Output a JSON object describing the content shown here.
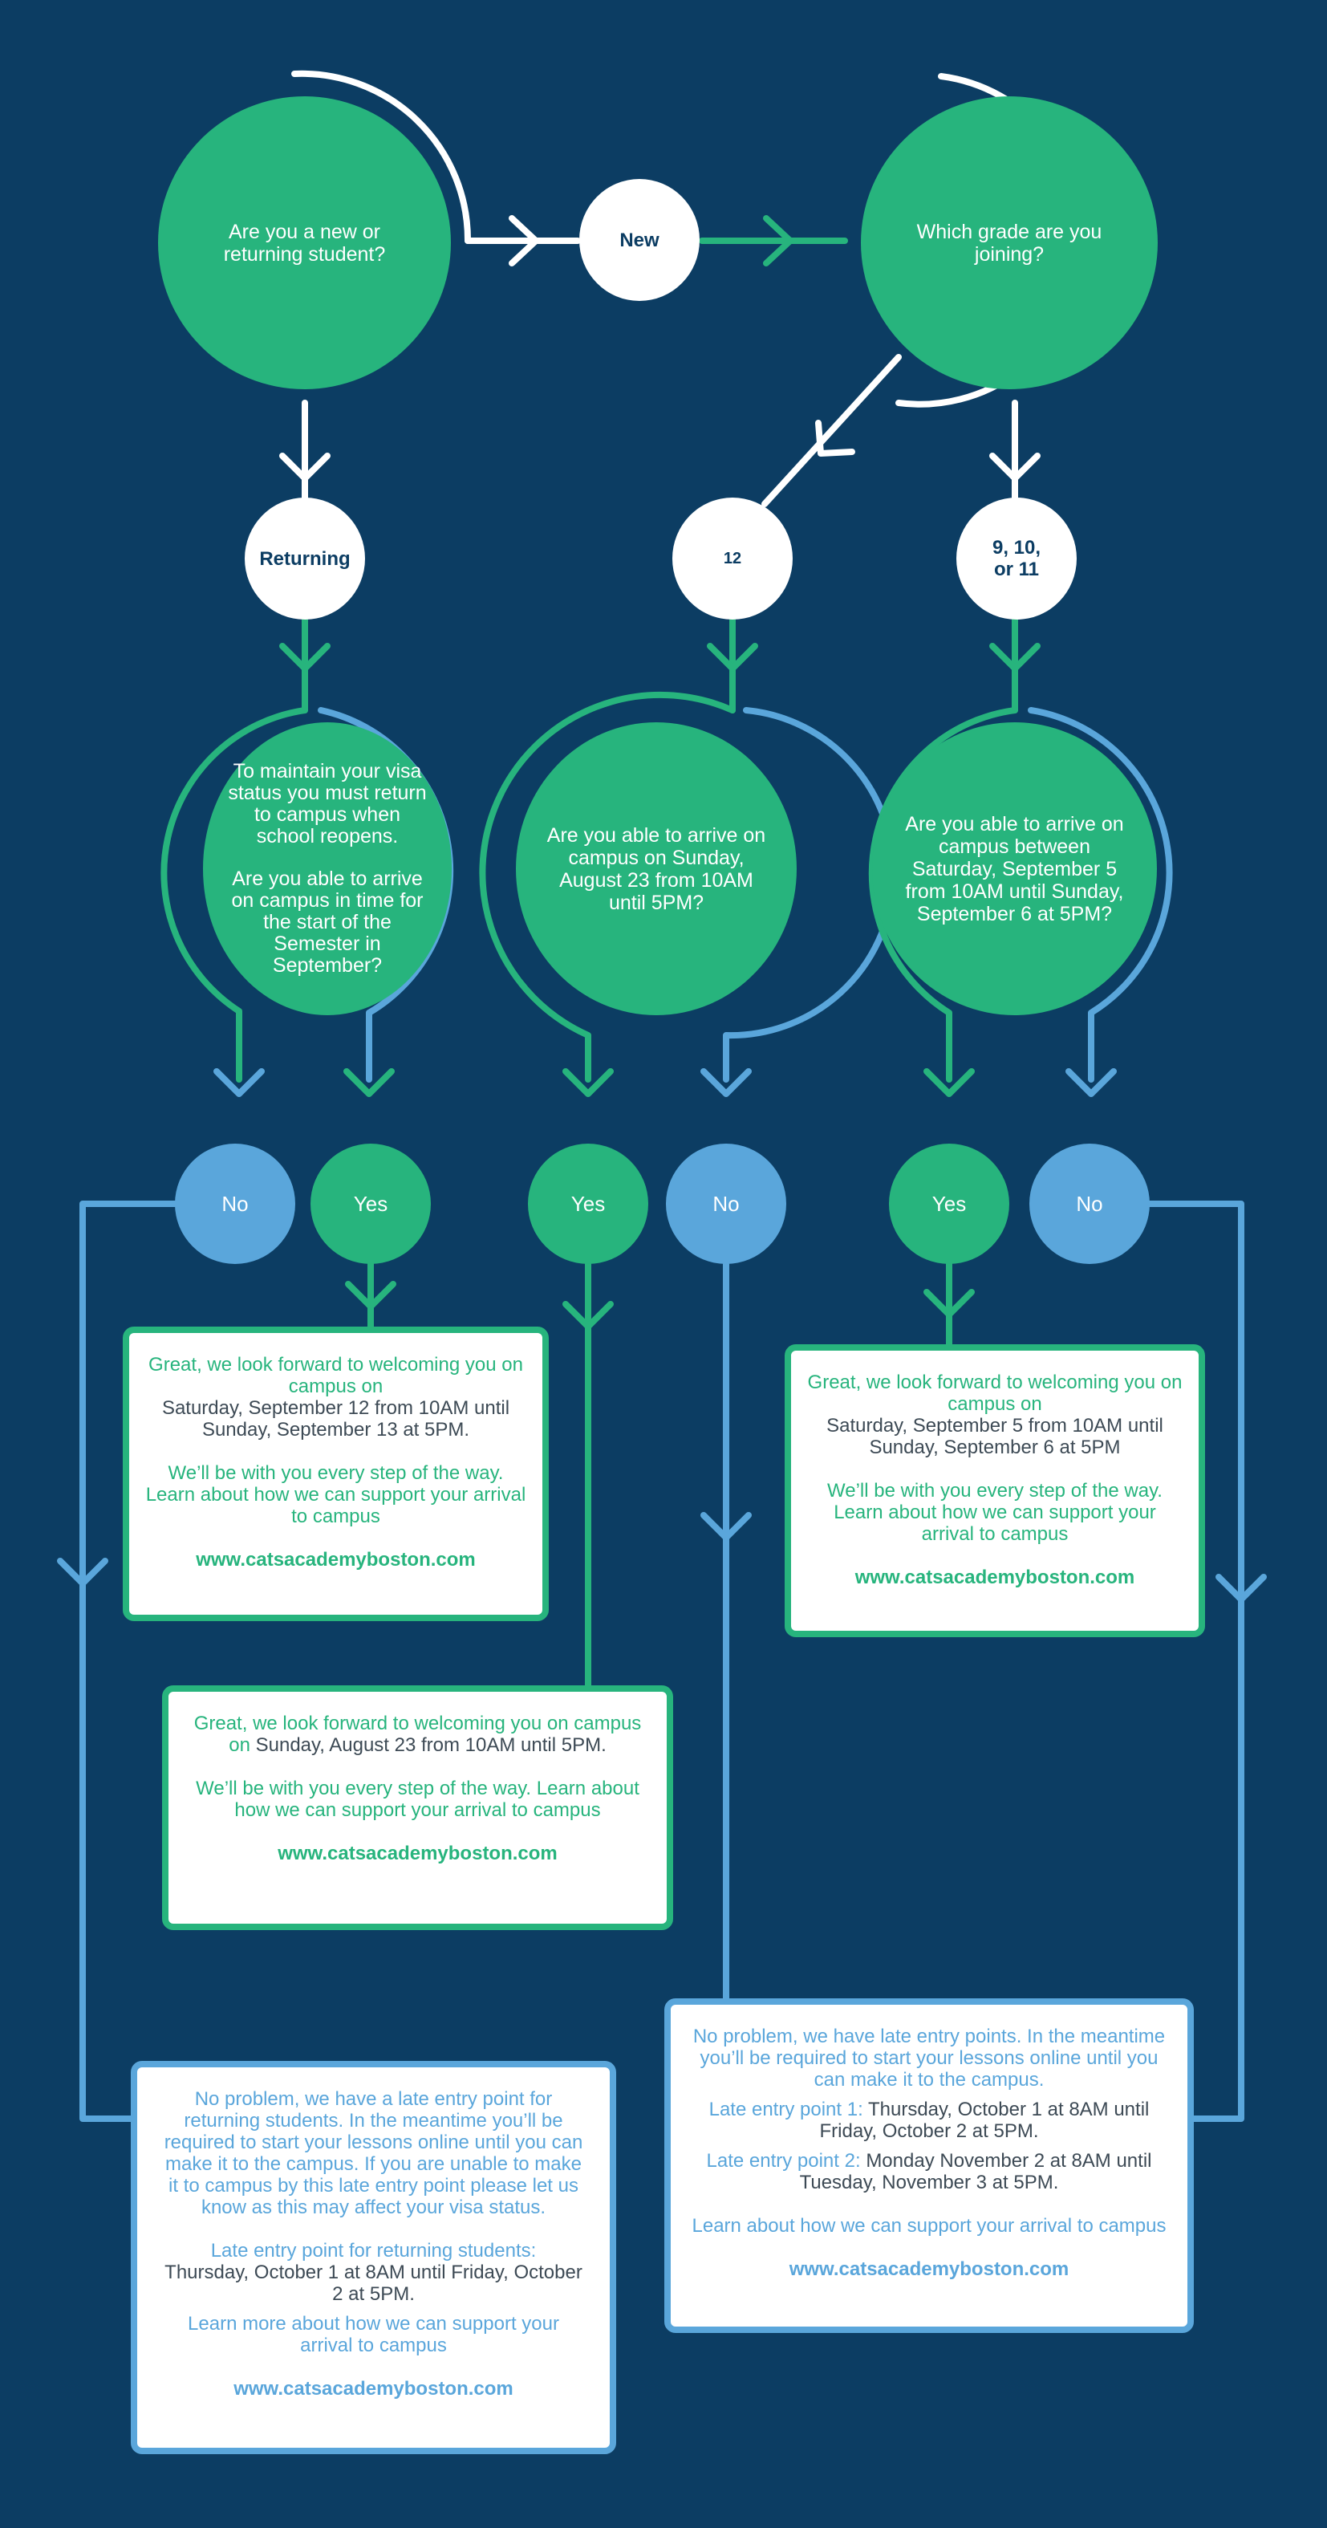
{
  "colors": {
    "background": "#0c3d63",
    "green": "#27b47d",
    "blue": "#5aa6db",
    "white": "#ffffff"
  },
  "start_question": "Are you a new or returning student?",
  "grade_question": "Which grade are you joining?",
  "answers": {
    "new": "New",
    "returning": "Returning",
    "grade_12": "12",
    "grade_9_10_11": "9, 10, or 11",
    "yes": "Yes",
    "no": "No"
  },
  "returning_question": {
    "visa": "To maintain your visa status you must return to campus when school reopens.",
    "arrive": "Are you able to arrive on campus in time for the start of the Semester in September?"
  },
  "grade12_question": "Are you able to arrive on campus on Sunday, August 23 from 10AM until 5PM?",
  "grade9_question": "Are you able to arrive on campus between Saturday, September 5 from 10AM until Sunday, September 6 at 5PM?",
  "cards": {
    "returning_yes": {
      "intro": "Great, we look forward to welcoming you on campus on",
      "dates": "Saturday, September 12 from 10AM until Sunday, September 13 at 5PM.",
      "support": "We’ll be with you every step of the way. Learn about how we can support your arrival to campus",
      "url": "www.catsacademyboston.com"
    },
    "grade12_yes": {
      "intro": "Great, we look forward to welcoming you on campus on",
      "dates": "Sunday, August 23 from 10AM until 5PM.",
      "support": "We’ll be with you every step of the way. Learn about how we can support your arrival to campus",
      "url": "www.catsacademyboston.com"
    },
    "grade9_yes": {
      "intro": "Great, we look forward to welcoming you on campus on",
      "dates": "Saturday, September 5 from 10AM until Sunday, September 6 at 5PM",
      "support": "We’ll be with you every step of the way. Learn about how we can support your arrival to campus",
      "url": "www.catsacademyboston.com"
    },
    "returning_no": {
      "intro": "No problem, we have a late entry point for returning students. In the meantime you’ll be required to start your lessons online until you can make it to the campus. If you are unable to make it to campus by this late entry point please let us know as this may affect your visa status.",
      "late_label": "Late entry point for returning students:",
      "late_dates": "Thursday, October 1 at 8AM until Friday, October 2 at 5PM.",
      "support": "Learn more about how we can support your arrival to campus",
      "url": "www.catsacademyboston.com"
    },
    "new_no": {
      "intro": "No problem, we have late entry points. In the meantime you’ll be required to start your lessons online until you can make it to the campus.",
      "late1_label": "Late entry point 1:",
      "late1_dates": "Thursday, October 1 at 8AM until Friday, October 2 at 5PM.",
      "late2_label": "Late entry point 2:",
      "late2_dates": "Monday November 2 at 8AM until Tuesday, November 3 at 5PM.",
      "support": "Learn about how we can support your arrival to campus",
      "url": "www.catsacademyboston.com"
    }
  }
}
